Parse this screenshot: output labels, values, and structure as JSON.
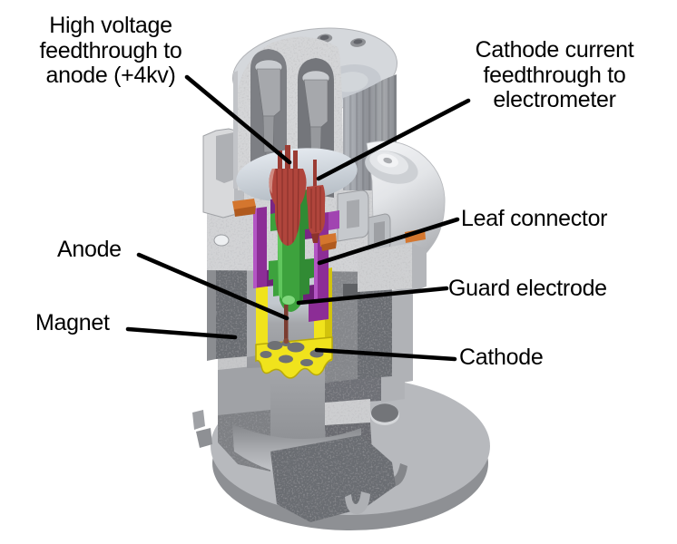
{
  "labels": [
    {
      "id": "high-voltage-feedthrough",
      "text": "High voltage\nfeedthrough to\nanode (+4kv)"
    },
    {
      "id": "cathode-current-feedthrough",
      "text": "Cathode current\nfeedthrough to\nelectrometer"
    },
    {
      "id": "leaf-connector",
      "text": "Leaf connector"
    },
    {
      "id": "guard-electrode",
      "text": "Guard electrode"
    },
    {
      "id": "anode",
      "text": "Anode"
    },
    {
      "id": "magnet",
      "text": "Magnet"
    },
    {
      "id": "cathode",
      "text": "Cathode"
    }
  ],
  "colors": {
    "background": "#ffffff",
    "label_text": "#000000",
    "leader_line": "#000000",
    "housing_gray": "#b6b8bc",
    "cut_face_gray": "#d4d5d7",
    "magnet_gray": "#6b6d72",
    "cathode_yellow": "#f0e31c",
    "guard_electrode_green": "#3da23d",
    "leaf_connector_purple": "#8c2d96",
    "feedthrough_red": "#b0453c",
    "anode_maroon": "#7b3c31",
    "connector_orange": "#d4762e",
    "cavity_blue": "#ccd4dc"
  },
  "parts": [
    {
      "name": "high-voltage-feedthrough",
      "color": "#b0453c"
    },
    {
      "name": "cathode-current-feedthrough",
      "color": "#b0453c"
    },
    {
      "name": "leaf-connector",
      "color": "#8c2d96"
    },
    {
      "name": "guard-electrode",
      "color": "#3da23d"
    },
    {
      "name": "anode",
      "color": "#7b3c31"
    },
    {
      "name": "magnet",
      "color": "#6b6d72"
    },
    {
      "name": "cathode",
      "color": "#f0e31c"
    }
  ]
}
